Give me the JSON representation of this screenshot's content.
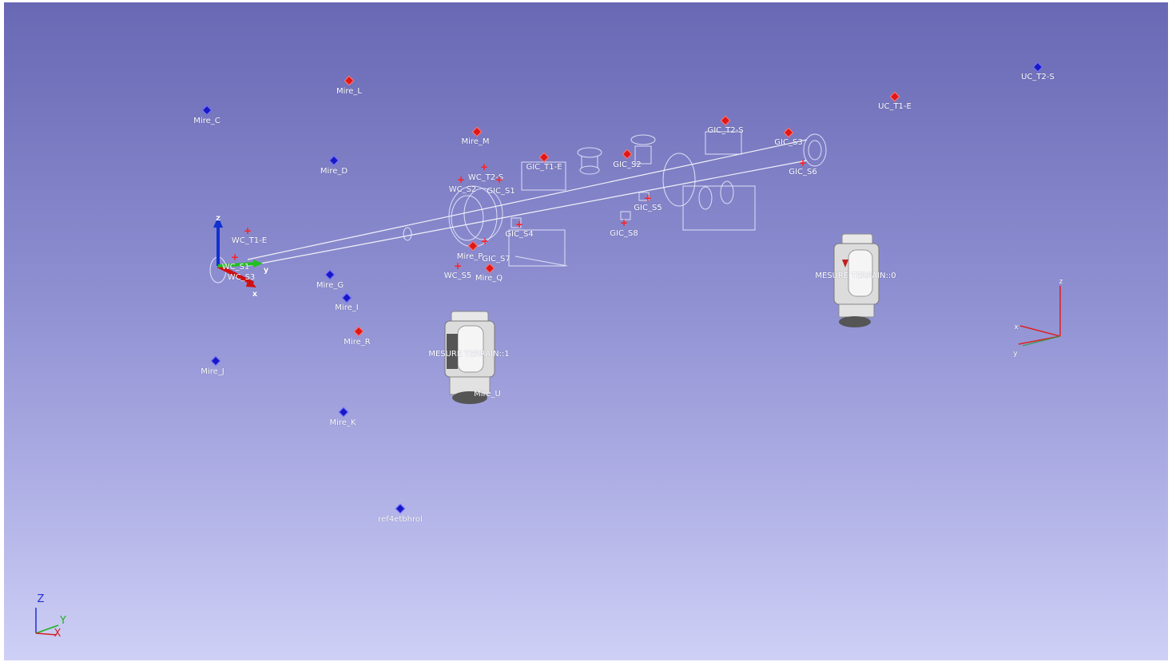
{
  "viewer": {
    "background_top": "#6868b4",
    "background_bottom": "#cfd0f6"
  },
  "targets_red": [
    {
      "label": "Mire_L"
    },
    {
      "label": "Mire_M"
    },
    {
      "label": "Mire_R"
    },
    {
      "label": "UC_T1-E"
    },
    {
      "label": "GIC_T2-S"
    },
    {
      "label": "GIC_S3"
    },
    {
      "label": "GIC_S2"
    },
    {
      "label": "GIC_T1-E"
    },
    {
      "label": "Mire_Q"
    }
  ],
  "targets_blue": [
    {
      "label": "Mire_C"
    },
    {
      "label": "Mire_D"
    },
    {
      "label": "Mire_G"
    },
    {
      "label": "Mire_I"
    },
    {
      "label": "Mire_J"
    },
    {
      "label": "Mire_K"
    },
    {
      "label": "ref4etbhrol"
    },
    {
      "label": "UC_T2-S"
    }
  ],
  "cross_labels": {
    "wc_t2_s": "WC_T2-S",
    "wc_s2": "WC_S2",
    "gic_s1": "GIC_S1",
    "wc_t1_e": "WC_T1-E",
    "wc_s1": "WC_S1",
    "wc_s3": "WC_S3",
    "wc_s5": "WC_S5",
    "gic_s4": "GIC_S4",
    "gic_s5": "GIC_S5",
    "gic_s6": "GIC_S6",
    "gic_s7": "GIC_S7",
    "gic_s8": "GIC_S8",
    "mire_p": "Mire_P",
    "mire_u": "Mire_U"
  },
  "instruments": {
    "station_0": "MESURE TERRAIN::0",
    "station_1": "MESURE TERRAIN::1"
  },
  "axes": {
    "frame_x": "x",
    "frame_y": "y",
    "frame_z": "z",
    "right_x": "x",
    "right_y": "y",
    "right_z": "z",
    "corner_x": "X",
    "corner_y": "Y",
    "corner_z": "Z"
  }
}
